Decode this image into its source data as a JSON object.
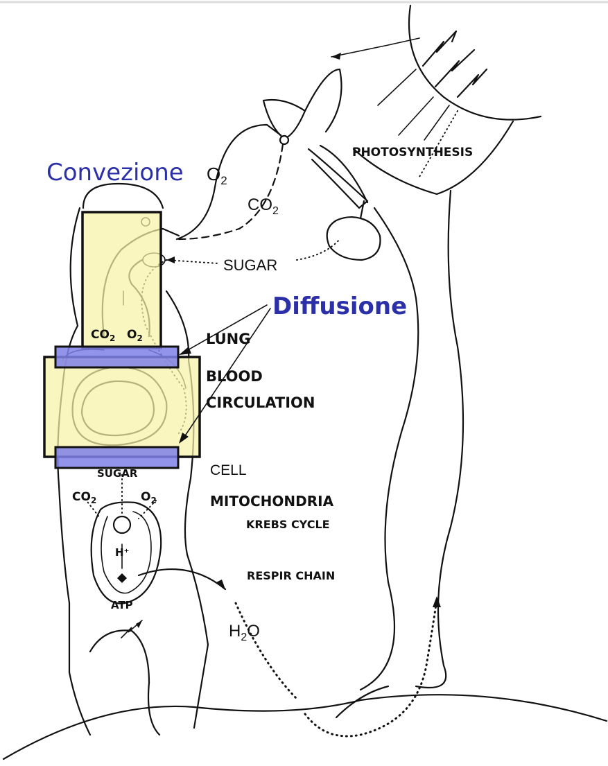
{
  "annotations": {
    "convection": "Convezione",
    "diffusion": "Diffusione"
  },
  "labels": {
    "photosynthesis": "PHOTOSYNTHESIS",
    "o2_top": "O",
    "o2_top_sub": "2",
    "co2_mid": "CO",
    "co2_mid_sub": "2",
    "sugar_mid": "SUGAR",
    "lung_co2": "CO",
    "lung_co2_sub": "2",
    "lung_o2": "O",
    "lung_o2_sub": "2",
    "lung": "LUNG",
    "blood": "BLOOD",
    "circulation": "CIRCULATION",
    "sugar_cell": "SUGAR",
    "cell": "CELL",
    "cell_co2": "CO",
    "cell_co2_sub": "2",
    "cell_o2": "O",
    "cell_o2_sub": "2",
    "mitochondria": "MITOCHONDRIA",
    "krebs": "KREBS CYCLE",
    "h_plus": "H⁺",
    "respir_chain": "RESPIR CHAIN",
    "atp": "ATP",
    "h2o": "H",
    "h2o_sub": "2",
    "h2o_end": "O"
  },
  "colors": {
    "convection_box": "#f7f2a8",
    "diffusion_band": "#7f80e8",
    "annotation_text": "#2b2fa8"
  }
}
